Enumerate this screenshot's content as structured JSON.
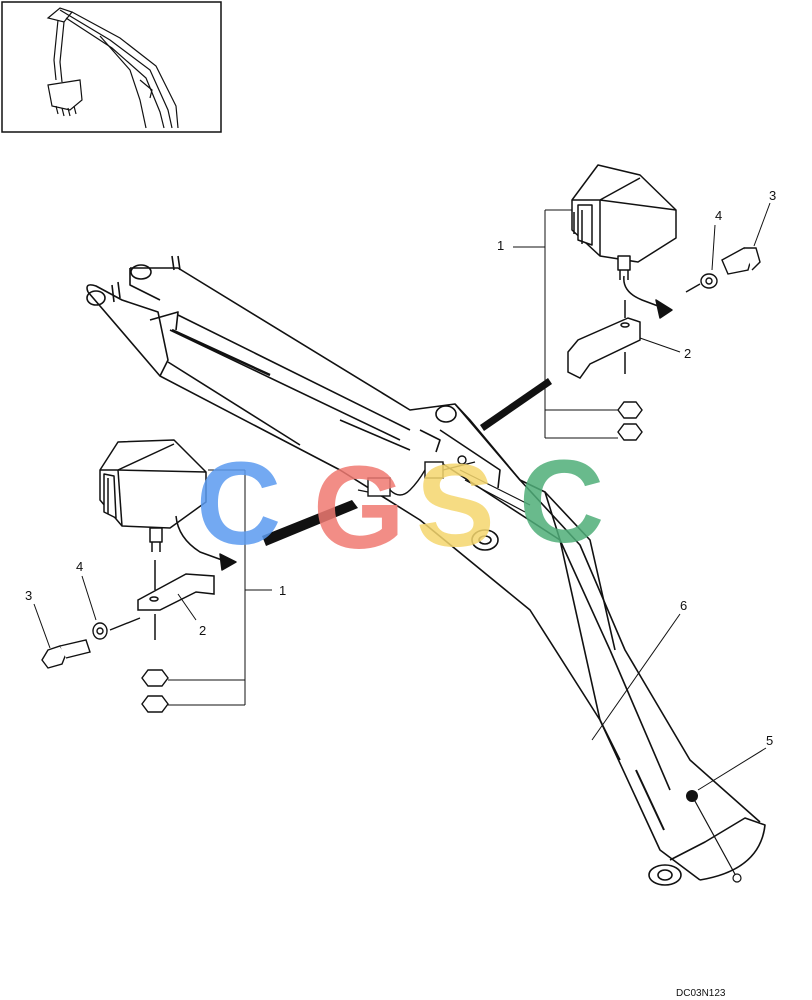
{
  "drawing_code": "DC03N123",
  "watermark": {
    "letters": [
      "C",
      "G",
      "S",
      "C"
    ],
    "colors": [
      "#5b9bf0",
      "#f07a72",
      "#f5d76e",
      "#4fae79"
    ]
  },
  "callouts": {
    "c1_right": "1",
    "c2_right": "2",
    "c3_right": "3",
    "c4_right": "4",
    "c1_left": "1",
    "c2_left": "2",
    "c3_left": "3",
    "c4_left": "4",
    "c5": "5",
    "c6": "6"
  }
}
